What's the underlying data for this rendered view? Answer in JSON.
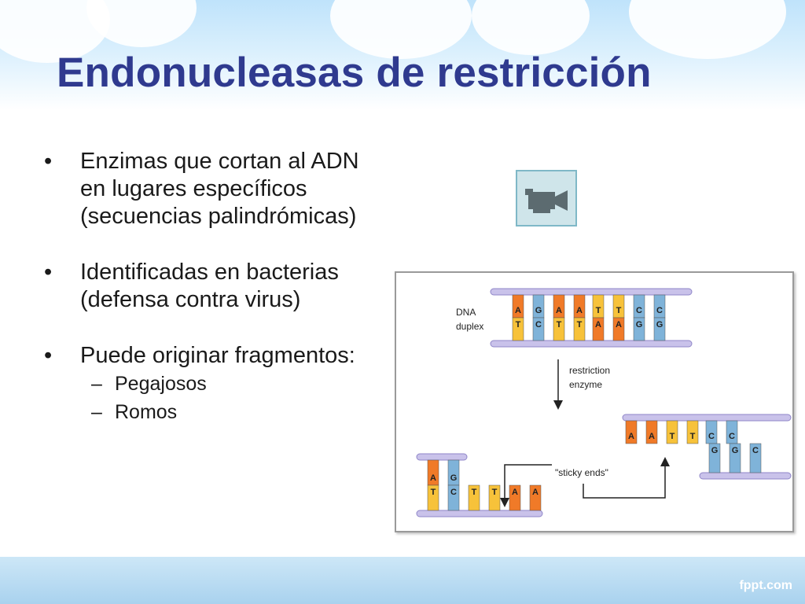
{
  "slide": {
    "title": "Endonucleasas de restricción",
    "bullets": [
      {
        "text": "Enzimas que cortan al ADN en lugares específicos (secuencias palindrómicas)"
      },
      {
        "text": "Identificadas en bacterias (defensa contra virus)"
      },
      {
        "text": "Puede originar fragmentos:",
        "subitems": [
          "Pegajosos",
          "Romos"
        ]
      }
    ],
    "bullet_symbol": "•",
    "sub_symbol": "–",
    "media_icon": "movie-camera-icon",
    "footer_brand": "fppt.com"
  },
  "diagram": {
    "label_dna": "DNA",
    "label_duplex": "duplex",
    "label_restriction": "restriction",
    "label_enzyme": "enzyme",
    "label_sticky": "\"sticky ends\"",
    "duplex_top": [
      "A",
      "G",
      "A",
      "A",
      "T",
      "T",
      "C",
      "C"
    ],
    "duplex_bottom": [
      "T",
      "C",
      "T",
      "T",
      "A",
      "A",
      "G",
      "G"
    ],
    "left_fragment_top": [
      "A",
      "G"
    ],
    "left_fragment_bottom": [
      "T",
      "C",
      "T",
      "T",
      "A",
      "A"
    ],
    "right_fragment_top": [
      "A",
      "A",
      "T",
      "T",
      "C",
      "C"
    ],
    "right_fragment_bottom": [
      "G",
      "G",
      "C"
    ],
    "colors": {
      "A": "#f07a28",
      "T": "#f7c23a",
      "G": "#7fb3d9",
      "C": "#7fb3d9",
      "backbone": "#c9c2ea"
    }
  }
}
